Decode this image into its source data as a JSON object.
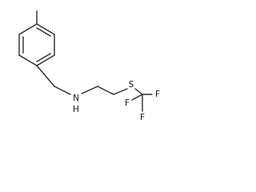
{
  "molecule": {
    "atoms": {
      "nitrogen": {
        "symbol": "N",
        "hydrogen": "H"
      },
      "sulfur": {
        "symbol": "S"
      },
      "fluorine_1": {
        "symbol": "F"
      },
      "fluorine_2": {
        "symbol": "F"
      },
      "fluorine_3": {
        "symbol": "F"
      }
    },
    "colors": {
      "bond": "#2b2b2b",
      "label": "#1a1a1a",
      "background": "#ffffff"
    }
  }
}
